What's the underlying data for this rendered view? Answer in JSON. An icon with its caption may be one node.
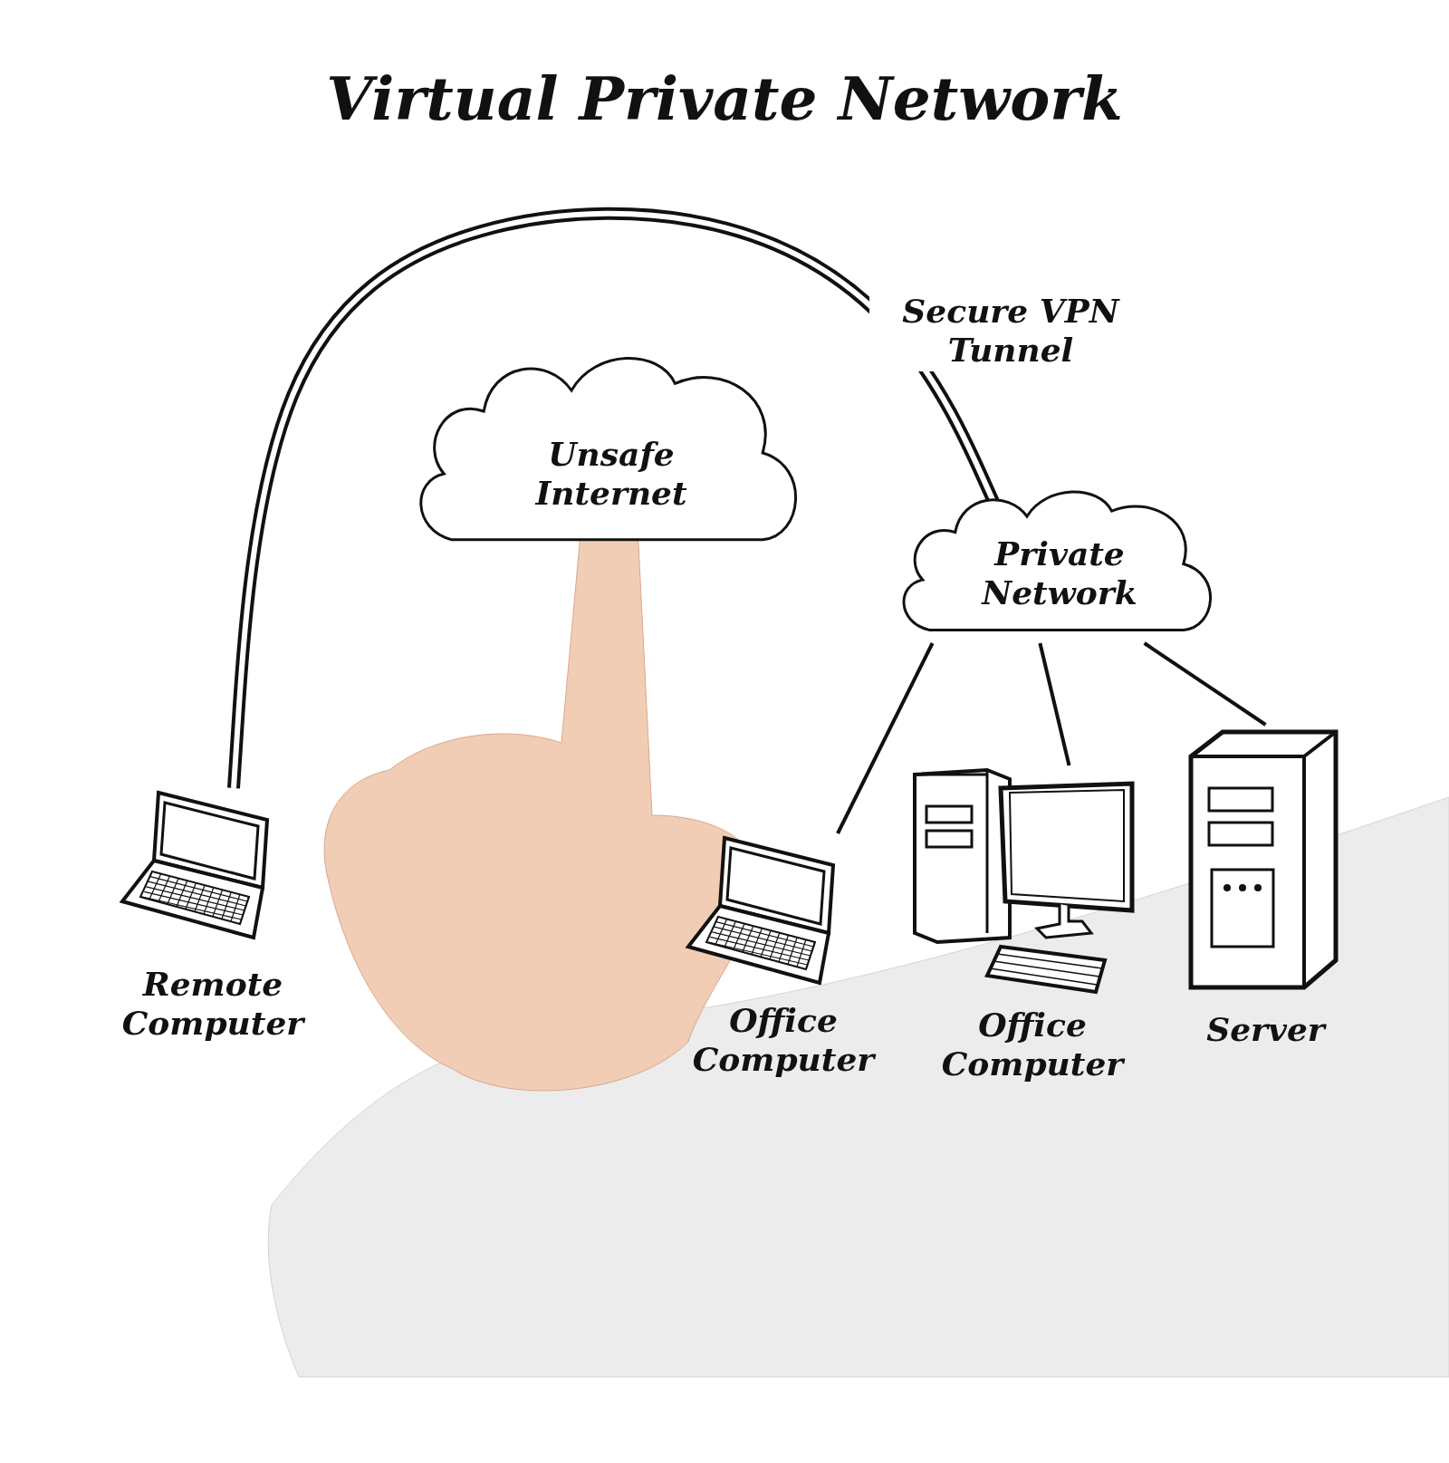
{
  "diagram": {
    "title": "Virtual Private Network",
    "nodes": [
      {
        "text": [
          "Unsafe Internet"
        ]
      },
      {
        "text": [
          "Private Network"
        ]
      },
      {
        "text": [
          "Remote Computer"
        ]
      },
      {
        "text": [
          "Office Computer"
        ]
      },
      {
        "text": [
          "Office Computer"
        ]
      },
      {
        "text": [
          "Server"
        ]
      }
    ],
    "edges": [
      {
        "from": 2,
        "to": 1,
        "arrow": "none",
        "label": "Secure VPN Tunnel",
        "style": "thick"
      },
      {
        "from": 1,
        "to": 3,
        "arrow": "none"
      },
      {
        "from": 1,
        "to": 4,
        "arrow": "none"
      },
      {
        "from": 1,
        "to": 5,
        "arrow": "none"
      }
    ]
  }
}
